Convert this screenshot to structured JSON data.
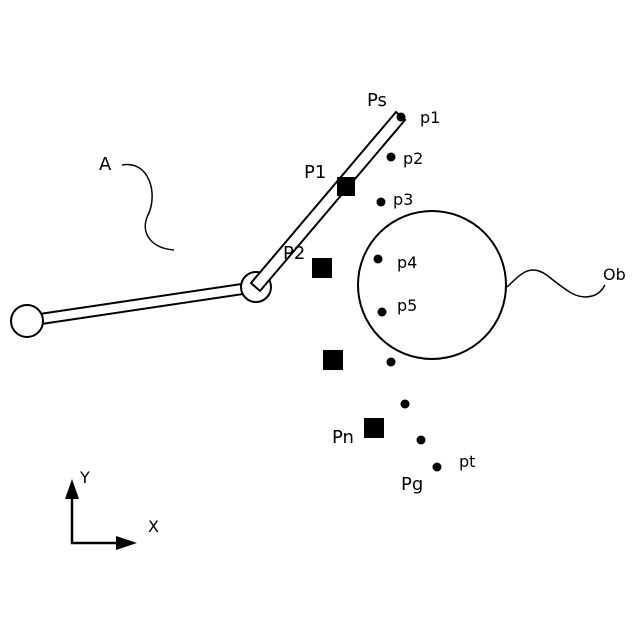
{
  "labels": {
    "arm": "A",
    "obstacle": "Ob",
    "start": "Ps",
    "goal": "Pg",
    "p1": "p1",
    "p2": "p2",
    "p3": "p3",
    "p4": "p4",
    "p5": "p5",
    "pt": "pt",
    "P1": "P1",
    "P2": "P2",
    "Pn": "Pn",
    "axis_x": "X",
    "axis_y": "Y"
  }
}
